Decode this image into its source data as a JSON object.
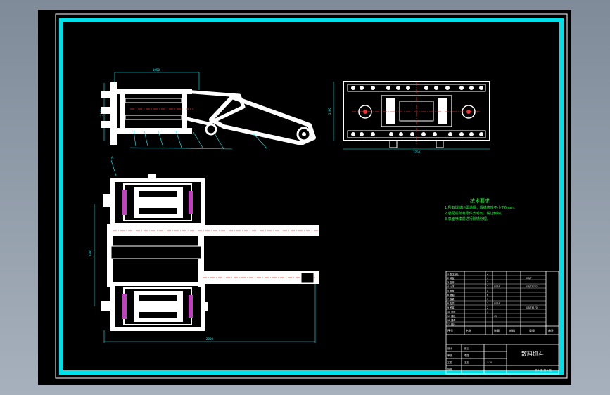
{
  "drawing": {
    "title": "散料抓斗",
    "dims": {
      "front_width": "1950",
      "front_height": "1140",
      "side_width": "1750",
      "side_height": "1260",
      "plan_height": "1600",
      "plan_width": "2000",
      "plan_corner": "A"
    },
    "notes": {
      "heading": "技术要求",
      "lines": [
        "1.所有焊缝均需满焊，焊缝高度不小于6mm。",
        "2.装配前所有零件去毛刺，锐边倒钝。",
        "3.表面喷漆前进行除锈处理。"
      ]
    },
    "title_block": {
      "parts_rows": [
        "1 液压油缸",
        "2 耳板",
        "3 连杆",
        "4 斗体",
        "5 侧板",
        "6 销轴",
        "7 横梁",
        "8 支架",
        "9 吊耳",
        "10 底座",
        "11 螺栓",
        "12 螺母",
        "13 垫片"
      ],
      "qty_rows": [
        "2",
        "4",
        "2",
        "2",
        "4",
        "6",
        "1",
        "2",
        "2",
        "1",
        "",
        "",
        ""
      ],
      "mat_rows": [
        "Q235",
        "",
        "Q235",
        "",
        "",
        "45",
        "",
        "",
        "",
        "",
        "",
        "",
        ""
      ],
      "remark_rows": [
        "GB/T",
        "",
        "GB/T5782",
        "",
        "",
        "",
        "",
        "GB/T6170",
        "",
        "",
        "",
        "",
        ""
      ],
      "header": [
        "序号",
        "名称",
        "数量",
        "材料",
        "重量",
        "备注"
      ],
      "labels": [
        "设计",
        "审核",
        "工艺",
        "批准"
      ],
      "sign": [
        "张三",
        "李四",
        "王五"
      ],
      "scale": "1:10",
      "sheet": "共 1 张  第 1 张"
    }
  }
}
